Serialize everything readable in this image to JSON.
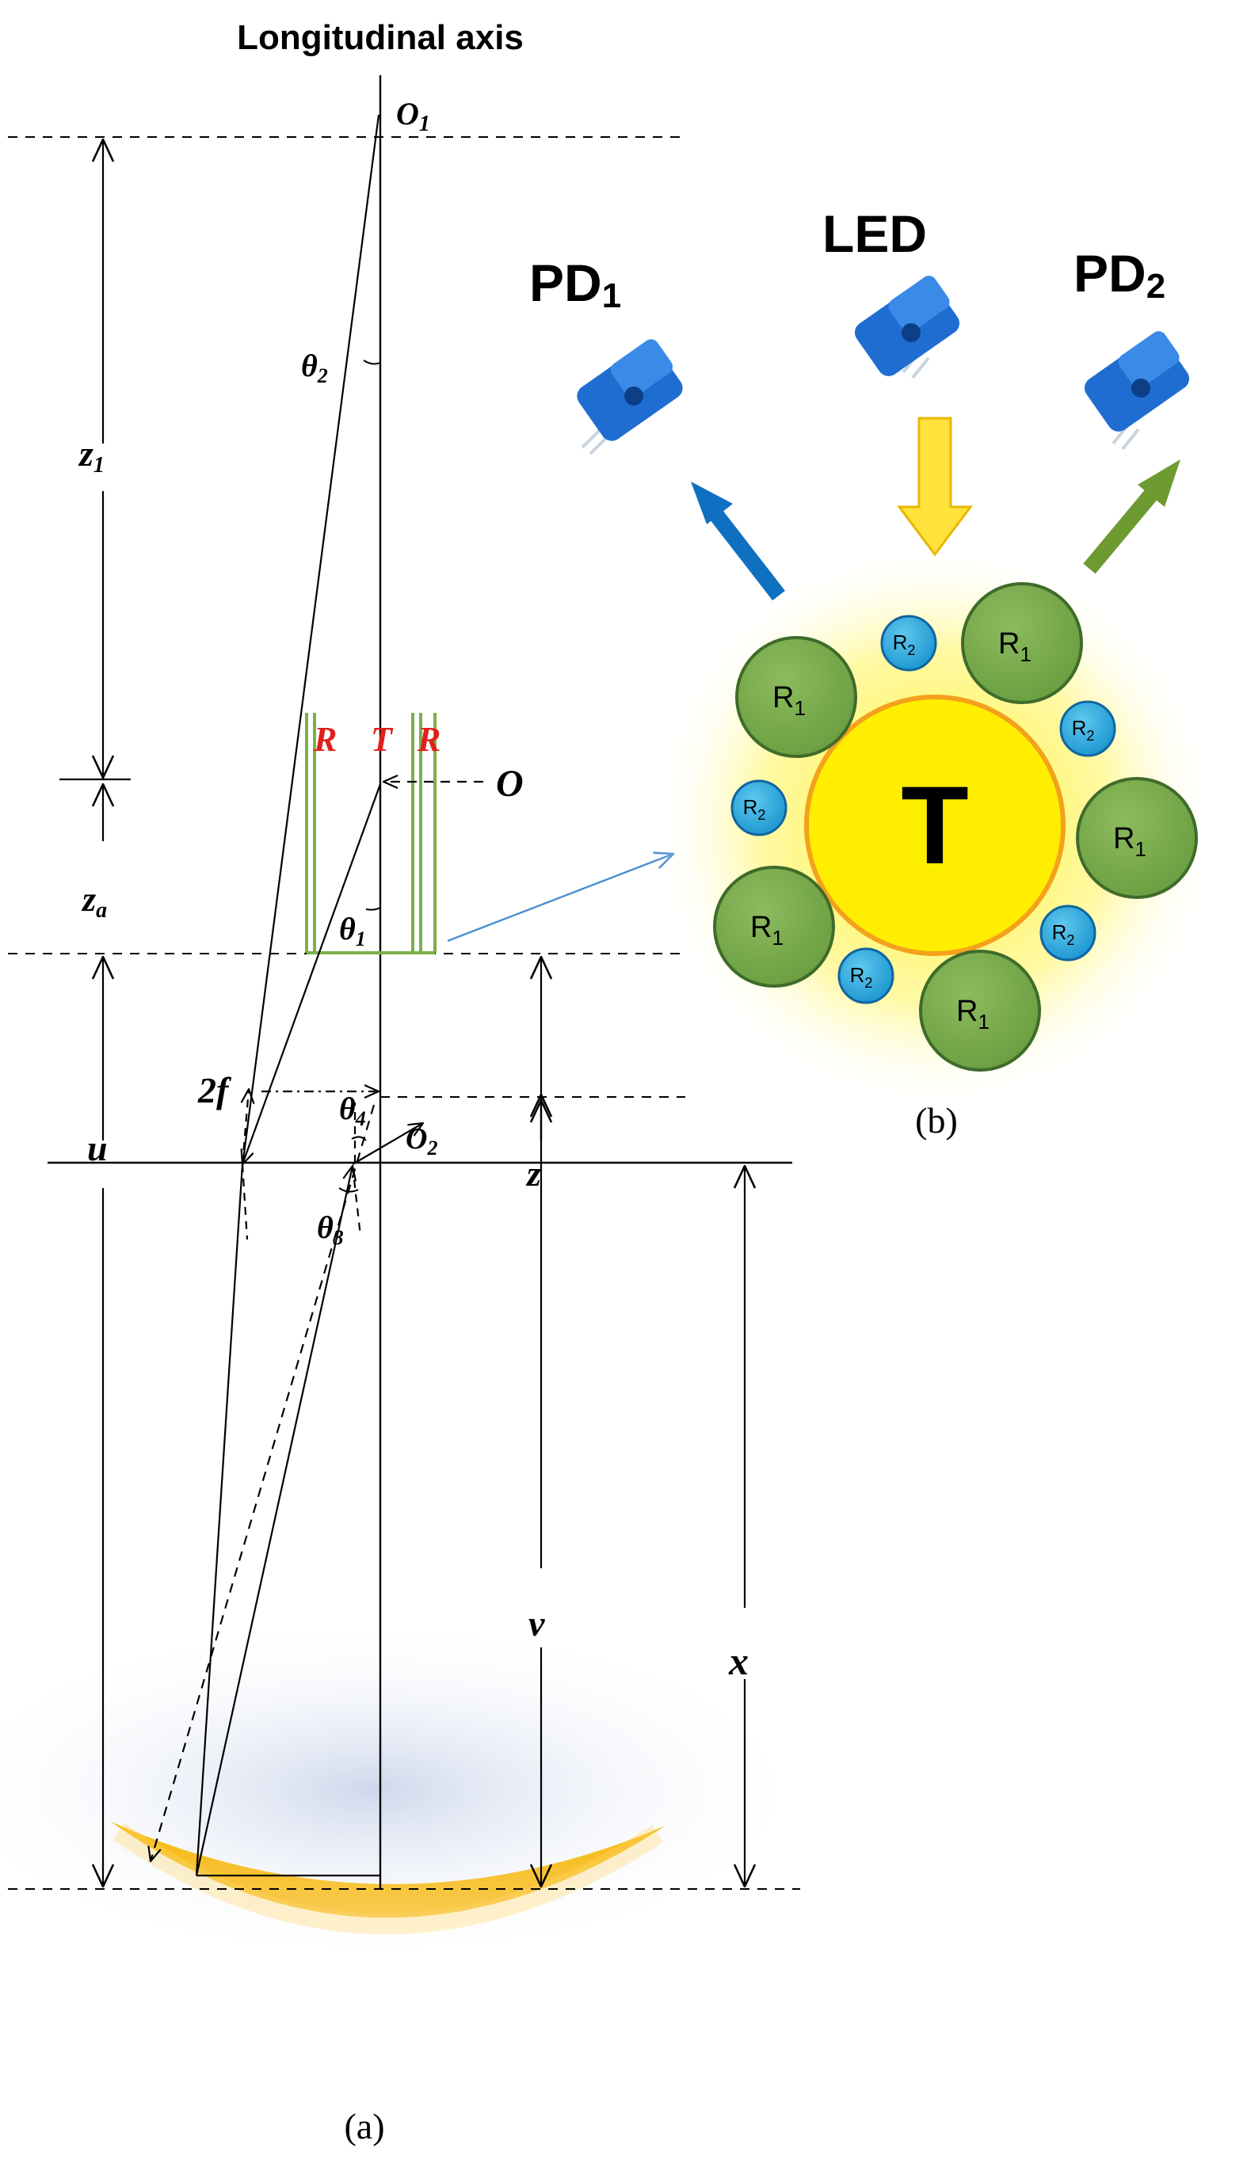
{
  "title": "Longitudinal axis",
  "figure_a": {
    "caption": "(a)",
    "point_labels": {
      "o1": "O",
      "o1_sub": "1",
      "o": "O",
      "o2": "O",
      "o2_sub": "2"
    },
    "dimension_labels": {
      "z1": "z",
      "z1_sub": "1",
      "za": "z",
      "za_sub": "a",
      "z": "z",
      "v": "v",
      "x": "x",
      "u": "u",
      "two_f": "2f"
    },
    "angle_labels": {
      "theta1": "θ",
      "theta1_sub": "1",
      "theta2": "θ",
      "theta2_sub": "2",
      "theta3": "θ",
      "theta3_sub": "3",
      "theta4": "θ",
      "theta4_sub": "4"
    },
    "sample_labels": {
      "r_left": "R",
      "t": "T",
      "r_right": "R"
    }
  },
  "figure_b": {
    "caption": "(b)",
    "pd1": "PD",
    "pd1_sub": "1",
    "led": "LED",
    "pd2": "PD",
    "pd2_sub": "2",
    "center": "T",
    "r1": "R",
    "r1_sub": "1",
    "r2": "R",
    "r2_sub": "2"
  },
  "colors": {
    "line": "#000000",
    "sample_wall": "#7bb04a",
    "sample_text": "#e0201b",
    "mirror": "#f5a800",
    "center_fill": "#ffee00",
    "center_border": "#f4a11c",
    "r1_fill": "#74a74a",
    "r1_border": "#3f6b2a",
    "r2_fill": "#21a7d8",
    "r2_border": "#1164a0",
    "arrow_pd1": "#0f6fc0",
    "arrow_led": "#ffe23c",
    "arrow_pd2": "#6e9a32",
    "connector": "#4a8fd0",
    "sensor": "#1f6dd1"
  }
}
